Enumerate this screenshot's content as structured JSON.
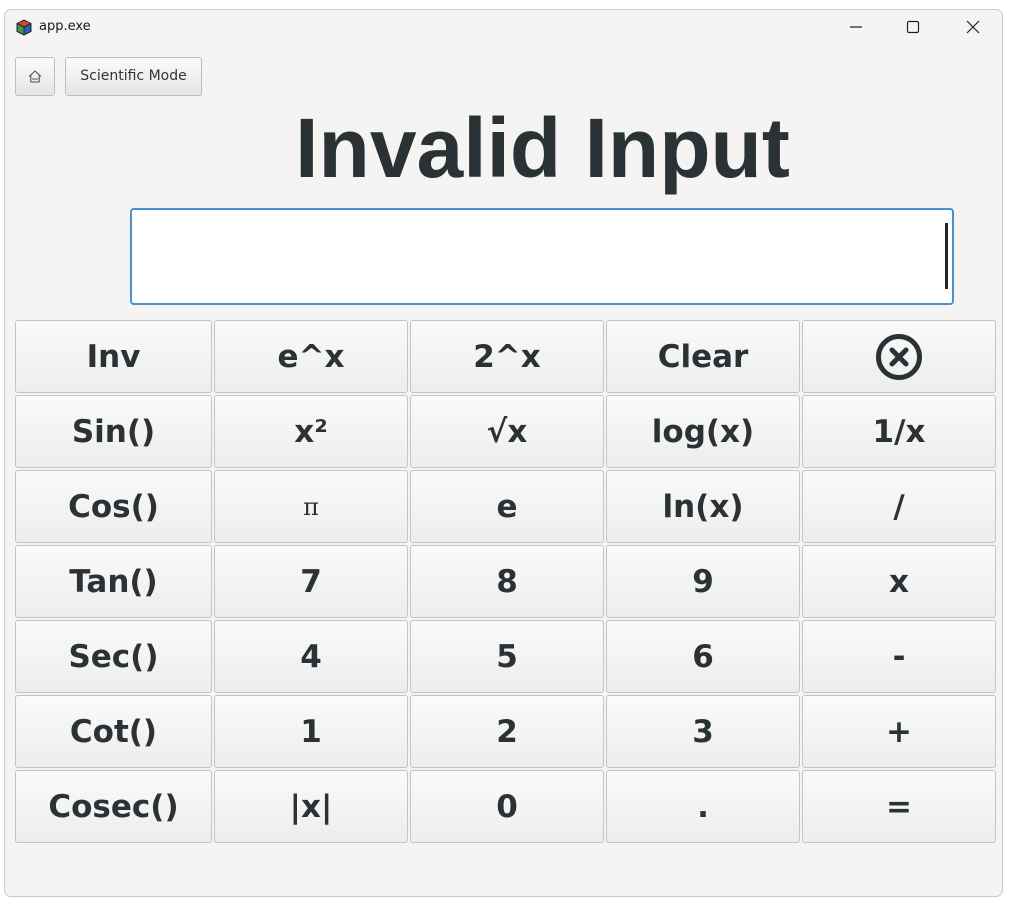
{
  "window": {
    "title": "app.exe",
    "app_icon": "cube-icon",
    "controls": [
      "minimize-icon",
      "maximize-icon",
      "close-icon"
    ]
  },
  "toolbar": {
    "home_icon": "home-icon",
    "mode_label": "Scientific Mode"
  },
  "headline": "Invalid Input",
  "display": {
    "value": ""
  },
  "keys": [
    [
      "Inv",
      "e^x",
      "2^x",
      "Clear",
      "backspace-circle-x-icon"
    ],
    [
      "Sin()",
      "x²",
      "√x",
      "log(x)",
      "1/x"
    ],
    [
      "Cos()",
      "π",
      "e",
      "ln(x)",
      "/"
    ],
    [
      "Tan()",
      "7",
      "8",
      "9",
      "x"
    ],
    [
      "Sec()",
      "4",
      "5",
      "6",
      "-"
    ],
    [
      "Cot()",
      "1",
      "2",
      "3",
      "+"
    ],
    [
      "Cosec()",
      "|x|",
      "0",
      ".",
      "="
    ]
  ],
  "colors": {
    "window_bg": "#f5f4f2",
    "text_dark": "#2b3235",
    "focus_border": "#4a90cf"
  }
}
